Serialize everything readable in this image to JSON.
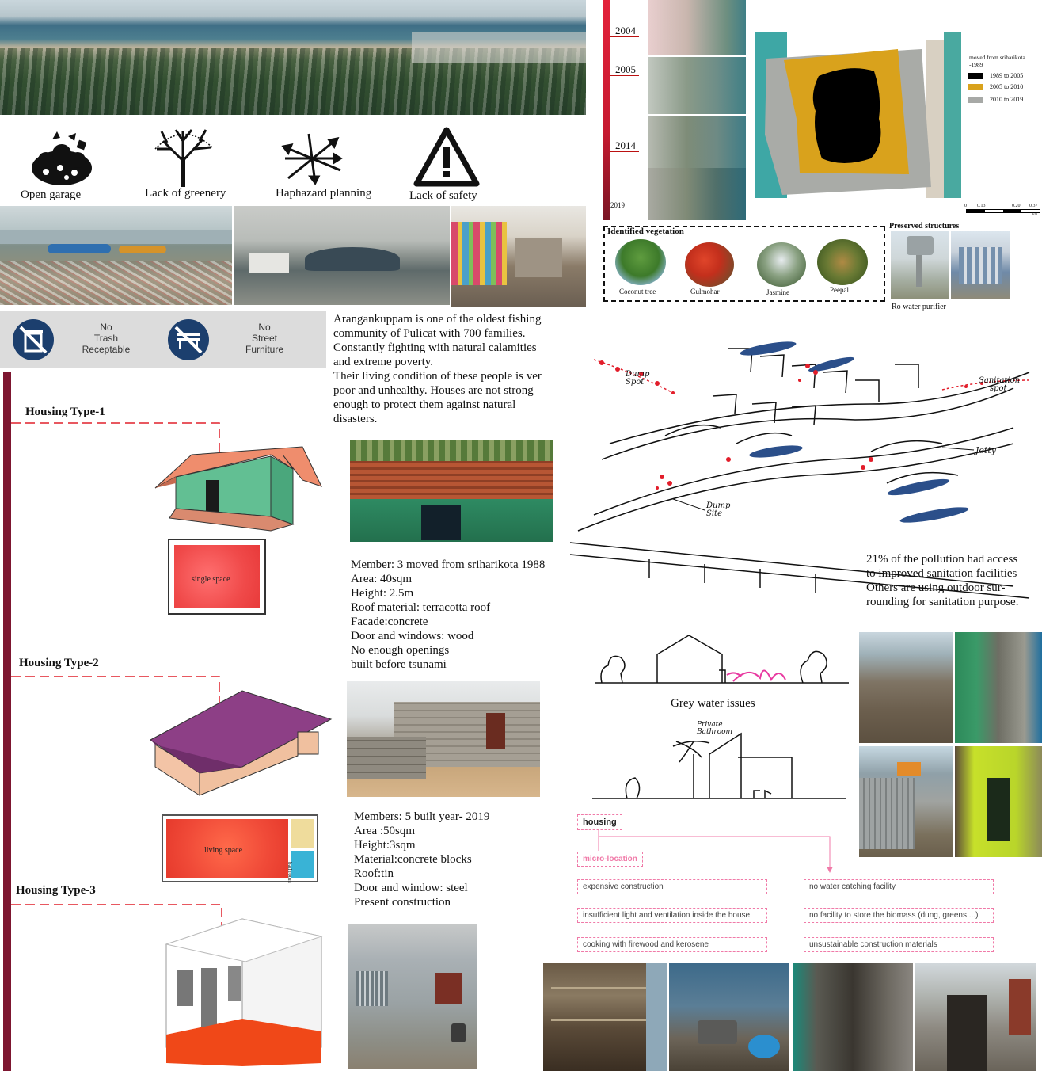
{
  "issues": {
    "open_garage": "Open garage",
    "lack_of_greenery": "Lack of greenery",
    "haphazard_planning": "Haphazard planning",
    "lack_of_safety": "Lack of safety"
  },
  "amenities": {
    "no_trash_line1": "No",
    "no_trash_line2": "Trash",
    "no_trash_line3": "Receptable",
    "no_street_line1": "No",
    "no_street_line2": "Street",
    "no_street_line3": "Furniture"
  },
  "intro": {
    "lines": [
      "Arangankuppam is one of the oldest fishing",
      "community of Pulicat with 700 families.",
      " Constantly fighting with natural calamities",
      "and extreme poverty.",
      "Their living condition of these people is ver",
      "poor and unhealthy. Houses are not strong",
      "enough to protect them against natural",
      "disasters."
    ]
  },
  "timeline": {
    "years": [
      "2004",
      "2005",
      "2014",
      "2019"
    ]
  },
  "map_legend": {
    "title_line1": "moved from sriharikota",
    "title_line2": "-1989",
    "items": [
      {
        "label": "1989 to 2005",
        "color": "#000000"
      },
      {
        "label": "2005 to 2010",
        "color": "#d9a21c"
      },
      {
        "label": "2010 to 2019",
        "color": "#a7a9a6"
      }
    ],
    "scale": [
      "0",
      "0.13",
      "0.20",
      "0.37"
    ],
    "scale_unit": "km"
  },
  "vegetation": {
    "title": "Identified vegetation",
    "items": [
      "Coconut tree",
      "Gulmohar",
      "Jasmine",
      "Peepal"
    ]
  },
  "preserved": {
    "title": "Preserved structures",
    "caption": "Ro water purifier"
  },
  "housing": {
    "type1": {
      "title": "Housing Type-1",
      "plan_label": "single space",
      "details": [
        "Member: 3 moved from sriharikota 1988",
        "Area: 40sqm",
        "Height: 2.5m",
        "Roof material: terracotta roof",
        "Facade:concrete",
        "Door and windows: wood",
        "No enough openings",
        "built before tsunami"
      ]
    },
    "type2": {
      "title": "Housing Type-2",
      "plan_label": "living space",
      "plan_label_small": "bathroom",
      "details": [
        "Members: 5 built year- 2019",
        "Area :50sqm",
        "Height:3sqm",
        "Material:concrete blocks",
        "Roof:tin",
        "Door and window: steel",
        "Present construction"
      ]
    },
    "type3": {
      "title": "Housing Type-3"
    }
  },
  "sketch": {
    "dump_spot_1": "Dump",
    "dump_spot_1b": "Spot",
    "sanitation_spot": "Sanitation",
    "sanitation_spot_b": "spot",
    "jetty": "Jetty",
    "dump_spot_2": "Dump",
    "dump_spot_2b": "Site"
  },
  "sanitation_note": {
    "lines": [
      "21% of the pollution had access",
      "to improved sanitation facilities",
      "Others are using outdoor sur-",
      "rounding for sanitation purpose."
    ]
  },
  "grey_water": {
    "caption": "Grey water issues",
    "private_bathroom_1": "Private",
    "private_bathroom_2": "Bathroom"
  },
  "diagram": {
    "root": "housing",
    "micro": "micro-location",
    "left": [
      "expensive construction",
      "insufficient light and ventilation inside the house",
      "cooking with firewood and kerosene"
    ],
    "right": [
      "no water catching facility",
      "no facility to store the biomass (dung, greens,...)",
      "unsustainable construction materials"
    ]
  }
}
